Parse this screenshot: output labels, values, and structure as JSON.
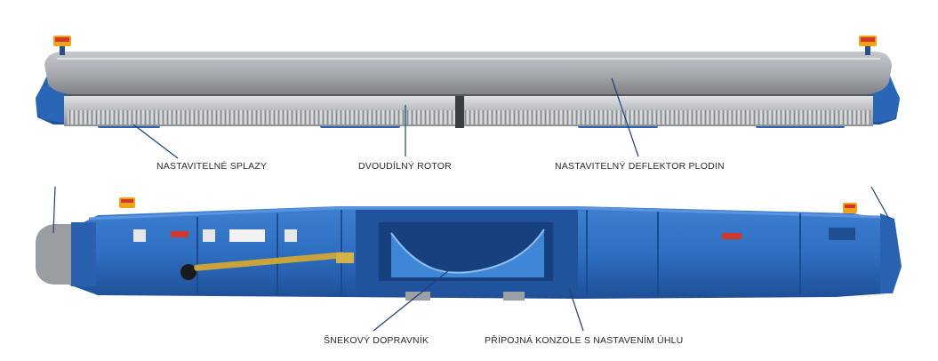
{
  "labels": {
    "top": {
      "splazy": "NASTAVITELNÉ SPLAZY",
      "rotor": "DVOUDÍLNÝ ROTOR",
      "deflektor": "NASTAVITELNÝ DEFLEKTOR PLODIN"
    },
    "bottom": {
      "dopravnik": "ŠNEKOVÝ DOPRAVNÍK",
      "konzole": "PŘÍPOJNÁ KONZOLE S NASTAVENÍM ÚHLU"
    }
  },
  "colors": {
    "machine_blue": "#2e6fc4",
    "machine_blue_dark": "#1d4f99",
    "deflector_grey": "#a7aaad",
    "rotor_steel": "#c9ccce",
    "leader_line": "#1f3f7a",
    "warning_orange": "#f0a21b",
    "shaft_yellow": "#c9a43a"
  }
}
